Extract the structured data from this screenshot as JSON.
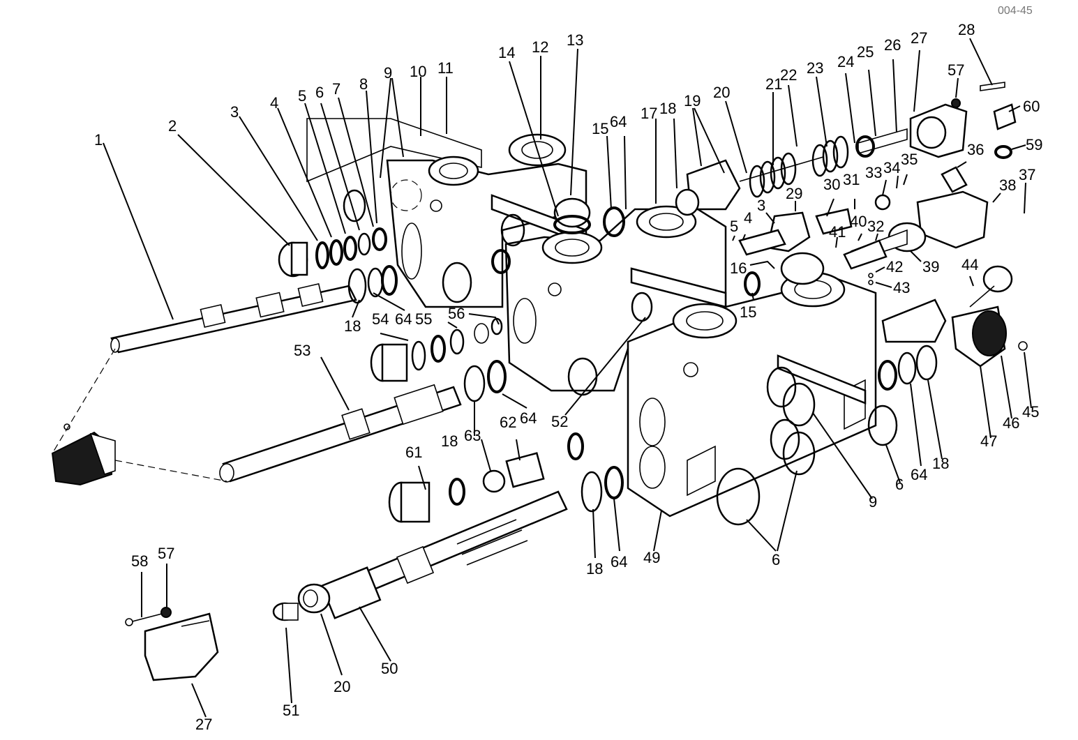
{
  "figure": {
    "corner_code": "004-45",
    "callouts": [
      {
        "id": "c1",
        "text": "1"
      },
      {
        "id": "c2",
        "text": "2"
      },
      {
        "id": "c3",
        "text": "3"
      },
      {
        "id": "c4",
        "text": "4"
      },
      {
        "id": "c5",
        "text": "5"
      },
      {
        "id": "c6",
        "text": "6"
      },
      {
        "id": "c7",
        "text": "7"
      },
      {
        "id": "c8",
        "text": "8"
      },
      {
        "id": "c9",
        "text": "9"
      },
      {
        "id": "c10",
        "text": "10"
      },
      {
        "id": "c11",
        "text": "11"
      },
      {
        "id": "c12",
        "text": "12"
      },
      {
        "id": "c13",
        "text": "13"
      },
      {
        "id": "c14",
        "text": "14"
      },
      {
        "id": "c15",
        "text": "15"
      },
      {
        "id": "c64a",
        "text": "64"
      },
      {
        "id": "c17",
        "text": "17"
      },
      {
        "id": "c18a",
        "text": "18"
      },
      {
        "id": "c19",
        "text": "19"
      },
      {
        "id": "c20",
        "text": "20"
      },
      {
        "id": "c21",
        "text": "21"
      },
      {
        "id": "c22",
        "text": "22"
      },
      {
        "id": "c23",
        "text": "23"
      },
      {
        "id": "c24",
        "text": "24"
      },
      {
        "id": "c25",
        "text": "25"
      },
      {
        "id": "c26",
        "text": "26"
      },
      {
        "id": "c27a",
        "text": "27"
      },
      {
        "id": "c28",
        "text": "28"
      },
      {
        "id": "c57a",
        "text": "57"
      },
      {
        "id": "c60",
        "text": "60"
      },
      {
        "id": "c59",
        "text": "59"
      },
      {
        "id": "c36",
        "text": "36"
      },
      {
        "id": "c37",
        "text": "37"
      },
      {
        "id": "c38",
        "text": "38"
      },
      {
        "id": "c29",
        "text": "29"
      },
      {
        "id": "c3b",
        "text": "3"
      },
      {
        "id": "c30",
        "text": "30"
      },
      {
        "id": "c31",
        "text": "31"
      },
      {
        "id": "c33",
        "text": "33"
      },
      {
        "id": "c34",
        "text": "34"
      },
      {
        "id": "c35",
        "text": "35"
      },
      {
        "id": "c5b",
        "text": "5"
      },
      {
        "id": "c4b",
        "text": "4"
      },
      {
        "id": "c41",
        "text": "41"
      },
      {
        "id": "c40",
        "text": "40"
      },
      {
        "id": "c32",
        "text": "32"
      },
      {
        "id": "c39",
        "text": "39"
      },
      {
        "id": "c16",
        "text": "16"
      },
      {
        "id": "c42",
        "text": "42"
      },
      {
        "id": "c43",
        "text": "43"
      },
      {
        "id": "c44",
        "text": "44"
      },
      {
        "id": "c15b",
        "text": "15"
      },
      {
        "id": "c18b",
        "text": "18"
      },
      {
        "id": "c64b",
        "text": "64"
      },
      {
        "id": "c54",
        "text": "54"
      },
      {
        "id": "c55",
        "text": "55"
      },
      {
        "id": "c56",
        "text": "56"
      },
      {
        "id": "c53",
        "text": "53"
      },
      {
        "id": "c18c",
        "text": "18"
      },
      {
        "id": "c64c",
        "text": "64"
      },
      {
        "id": "c52",
        "text": "52"
      },
      {
        "id": "c63",
        "text": "63"
      },
      {
        "id": "c62",
        "text": "62"
      },
      {
        "id": "c61",
        "text": "61"
      },
      {
        "id": "c18d",
        "text": "18"
      },
      {
        "id": "c64d",
        "text": "64"
      },
      {
        "id": "c49",
        "text": "49"
      },
      {
        "id": "c9b",
        "text": "9"
      },
      {
        "id": "c6b",
        "text": "6"
      },
      {
        "id": "c6c",
        "text": "6"
      },
      {
        "id": "c64e",
        "text": "64"
      },
      {
        "id": "c18e",
        "text": "18"
      },
      {
        "id": "c47",
        "text": "47"
      },
      {
        "id": "c46",
        "text": "46"
      },
      {
        "id": "c45",
        "text": "45"
      },
      {
        "id": "c58",
        "text": "58"
      },
      {
        "id": "c57b",
        "text": "57"
      },
      {
        "id": "c27b",
        "text": "27"
      },
      {
        "id": "c51",
        "text": "51"
      },
      {
        "id": "c20b",
        "text": "20"
      },
      {
        "id": "c50",
        "text": "50"
      }
    ]
  }
}
